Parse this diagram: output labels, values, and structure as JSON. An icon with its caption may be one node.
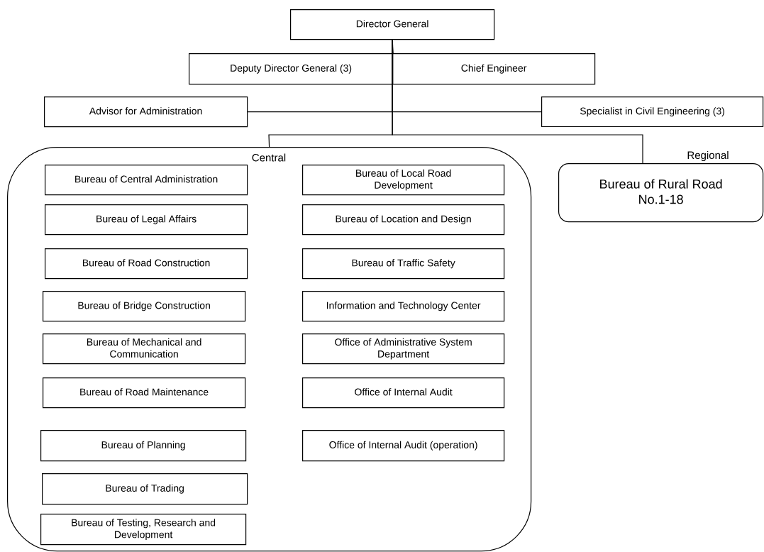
{
  "diagram": {
    "nodes": [
      {
        "text": [
          "Director General"
        ]
      },
      {
        "text": [
          "Deputy Director General (3)"
        ]
      },
      {
        "text": [
          "Chief Engineer"
        ]
      },
      {
        "text": [
          "Advisor for Administration"
        ]
      },
      {
        "text": [
          "Specialist in Civil Engineering (3)"
        ]
      },
      {
        "text": [
          "Central"
        ]
      },
      {
        "text": [
          "Bureau of Central Administration"
        ],
        "in": 5
      },
      {
        "text": [
          "Bureau of Legal Affairs"
        ],
        "in": 5
      },
      {
        "text": [
          "Bureau of Road Construction"
        ],
        "in": 5
      },
      {
        "text": [
          "Bureau of Bridge Construction"
        ],
        "in": 5
      },
      {
        "text": [
          "Bureau of Mechanical and Communication"
        ],
        "in": 5
      },
      {
        "text": [
          "Bureau of Road Maintenance"
        ],
        "in": 5
      },
      {
        "text": [
          "Bureau of Planning"
        ],
        "in": 5
      },
      {
        "text": [
          "Bureau of Trading"
        ],
        "in": 5
      },
      {
        "text": [
          "Bureau of Testing, Research and Development"
        ],
        "in": 5
      },
      {
        "text": [
          "Bureau of Local Road Development"
        ],
        "in": 5
      },
      {
        "text": [
          "Bureau of Location and Design"
        ],
        "in": 5
      },
      {
        "text": [
          "Bureau of Traffic Safety"
        ],
        "in": 5
      },
      {
        "text": [
          "Information and Technology Center"
        ],
        "in": 5
      },
      {
        "text": [
          "Office of Administrative System Department"
        ],
        "in": 5
      },
      {
        "text": [
          "Office of Internal Audit"
        ],
        "in": 5
      },
      {
        "text": [
          "Office of Internal Audit (operation)"
        ],
        "in": 5
      },
      {
        "text": [
          "Regional",
          "Bureau of Rural Road No.1-18"
        ]
      }
    ],
    "edges": [
      {
        "from": 0,
        "to": 1,
        "arrow": "none"
      },
      {
        "from": 0,
        "to": 2,
        "arrow": "none"
      },
      {
        "from": 0,
        "to": 3,
        "arrow": "none"
      },
      {
        "from": 0,
        "to": 4,
        "arrow": "none"
      },
      {
        "from": 0,
        "to": 5,
        "arrow": "none"
      },
      {
        "from": 0,
        "to": 22,
        "arrow": "none"
      }
    ]
  }
}
